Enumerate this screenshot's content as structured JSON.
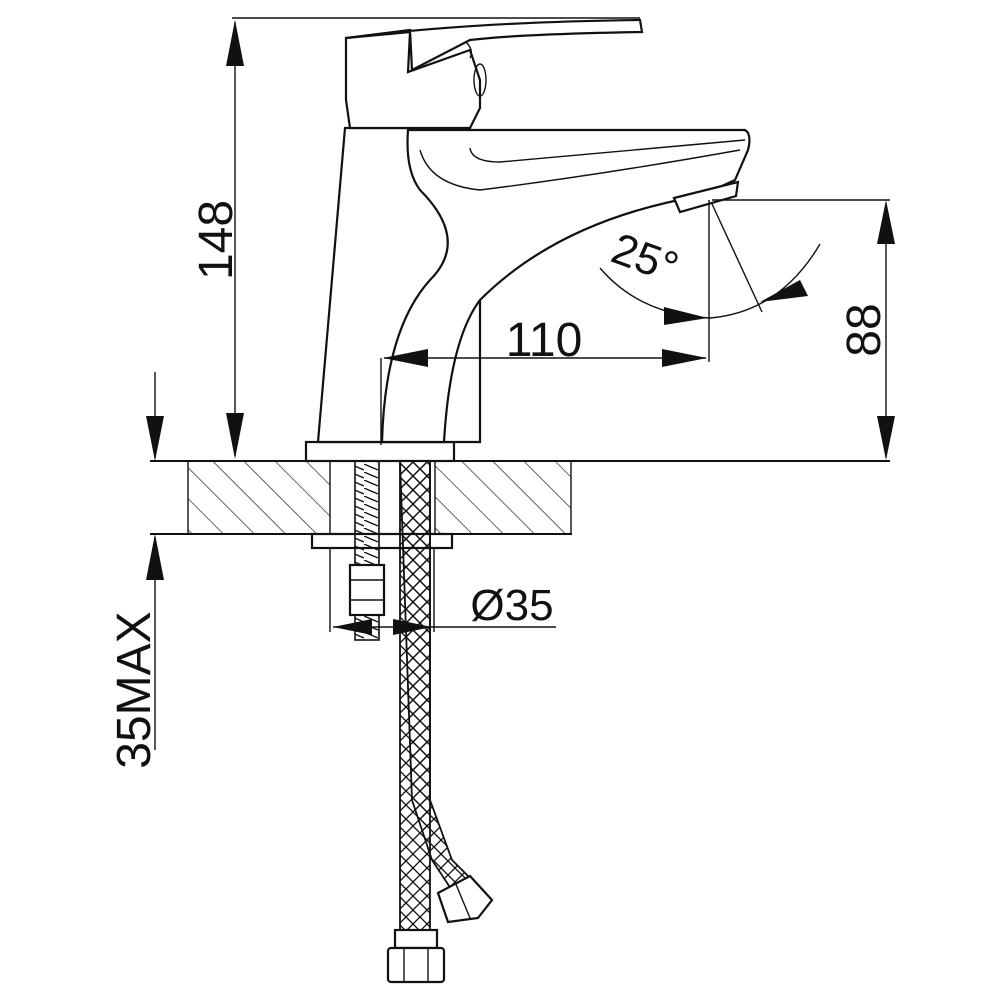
{
  "dimensions": {
    "total_height": "148",
    "spout_height": "88",
    "spout_reach": "110",
    "handle_angle": "25°",
    "hole_diameter": "Ø35",
    "max_deck_thickness": "35MAX"
  },
  "colors": {
    "line": "#111111",
    "background": "#ffffff"
  }
}
